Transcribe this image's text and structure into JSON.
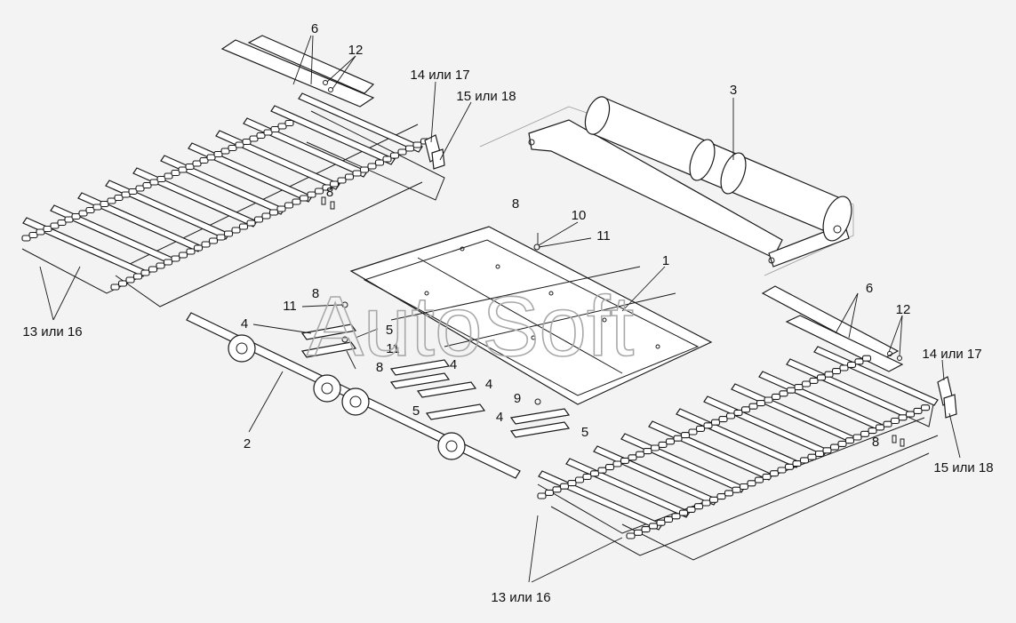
{
  "diagram": {
    "callouts": {
      "c1": "1",
      "c2": "2",
      "c3": "3",
      "c4": "4",
      "c5": "5",
      "c6": "6",
      "c8": "8",
      "c9": "9",
      "c10": "10",
      "c11": "11",
      "c12": "12",
      "c13_16": "13 или 16",
      "c14_17": "14 или 17",
      "c15_18": "15 или 18"
    }
  },
  "watermark": "AutoSoft",
  "colors": {
    "background": "#f3f3f3",
    "line": "#1a1a1a",
    "watermark": "#a9a9a9"
  }
}
